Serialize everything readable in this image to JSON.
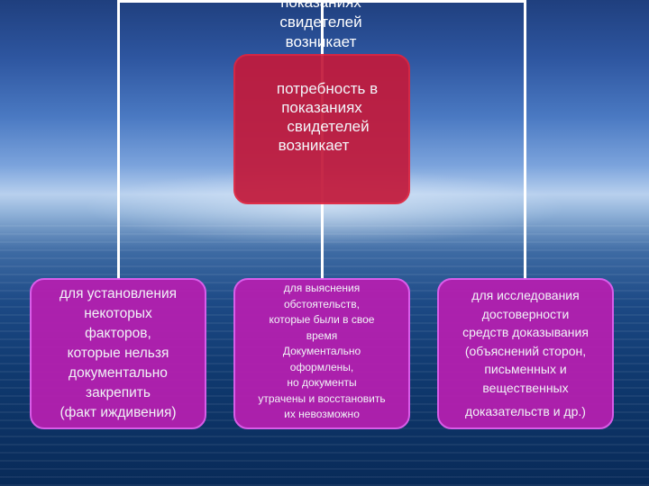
{
  "top_partial_lines": [
    "показаниях",
    "свидетелей",
    "возникает"
  ],
  "root": {
    "lines": [
      "потребность в",
      "показаниях",
      "свидетелей",
      "возникает"
    ]
  },
  "children": [
    {
      "lines": [
        "для установления",
        "некоторых",
        "факторов,",
        "которые нельзя",
        "документально",
        "закрепить",
        "(факт иждивения)"
      ]
    },
    {
      "lines": [
        "для выяснения",
        "обстоятельств,",
        "которые были в свое",
        "время",
        "Документально",
        "оформлены,",
        "но документы",
        "утрачены и восстановить",
        "их невозможно"
      ]
    },
    {
      "lines": [
        "для исследования",
        "достоверности",
        "средств доказывания",
        "(объяснений сторон,",
        "письменных и",
        "вещественных",
        "доказательств и др.)"
      ]
    }
  ],
  "colors": {
    "root_fill": "#c21a3c",
    "child_fill": "#b51fb0",
    "connector": "#ffffff"
  }
}
